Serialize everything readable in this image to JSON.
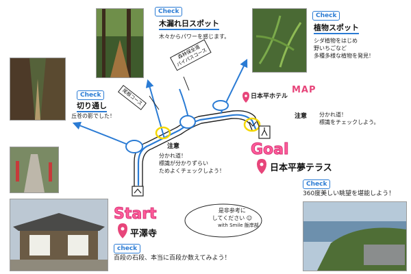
{
  "map_label": "MAP",
  "check_label": "Check",
  "check_label_alt": "check",
  "spots": {
    "kimorebi": {
      "title": "木漏れ日スポット",
      "lines": [
        "木々からパワーを感じます。"
      ]
    },
    "plants": {
      "title": "植物スポット",
      "lines": [
        "シダ植物をはじめ",
        "野いちごなど",
        "多種多様な植物を発見！"
      ]
    },
    "kiritoshi": {
      "title": "切り通し",
      "lines": [
        "丘苍の影でした！"
      ]
    }
  },
  "roads": {
    "ridge_course": "尾根コース",
    "bypass_line1": "森林保全道",
    "bypass_line2": "バイパスコース"
  },
  "warnings": {
    "left": {
      "label": "注意",
      "lines": [
        "分かれ道！",
        "標識が分かりずらい",
        "ためよくチェックしよう！"
      ]
    },
    "right": {
      "label": "注意",
      "lines": [
        "分かれ道！",
        "標識をチェックしよう。"
      ]
    }
  },
  "hotel_label": "日本平ホテル",
  "goal": {
    "word": "Goal",
    "place": "日本平夢テラス",
    "check_text": "360度美しい眺望を堪能しよう！"
  },
  "start": {
    "word": "Start",
    "place": "平澤寺",
    "check_text": "百段の石段、本当に百段か数えてみよう！"
  },
  "message": {
    "lines": [
      "是非参考に",
      "してください"
    ],
    "face": "☺",
    "signature": "with Smile 飯岸部"
  },
  "colors": {
    "route": "#2a7bd4",
    "accent_pink": "#ff5c9a",
    "warn_yellow": "#f5d800"
  }
}
